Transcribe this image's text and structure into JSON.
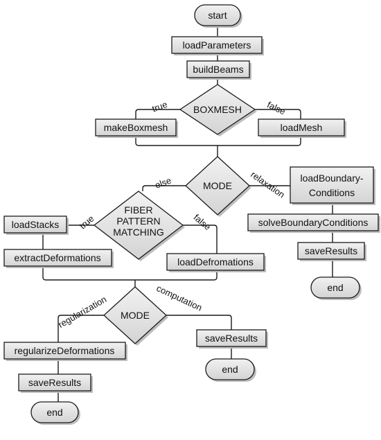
{
  "colors": {
    "box_fill_top": "#f2f2f2",
    "box_fill_bottom": "#d4d4d4",
    "stroke": "#1a1a1a",
    "shadow": "#bdbdbd"
  },
  "nodes": {
    "start": "start",
    "load_parameters": "loadParameters",
    "build_beams": "buildBeams",
    "boxmesh": "BOXMESH",
    "make_boxmesh": "makeBoxmesh",
    "load_mesh": "loadMesh",
    "mode_1": "MODE",
    "load_boundary_conditions": [
      "loadBoundary-",
      "Conditions"
    ],
    "solve_boundary_conditions": "solveBoundaryConditions",
    "save_results_right": "saveResults",
    "end_right": "end",
    "fiber_pattern_matching": [
      "FIBER",
      "PATTERN",
      "MATCHING"
    ],
    "load_stacks": "loadStacks",
    "extract_deformations": "extractDeformations",
    "load_defromations": "loadDefromations",
    "mode_2": "MODE",
    "regularize_deformations": "regularizeDeformations",
    "save_results_left": "saveResults",
    "end_left": "end",
    "save_results_middle": "saveResults",
    "end_middle": "end"
  },
  "edge_labels": {
    "boxmesh_true": "true",
    "boxmesh_false": "false",
    "mode_else": "else",
    "mode_relaxation": "relaxation",
    "fiber_true": "true",
    "fiber_false": "false",
    "mode_regularization": "regularization",
    "mode_computation": "computation"
  }
}
